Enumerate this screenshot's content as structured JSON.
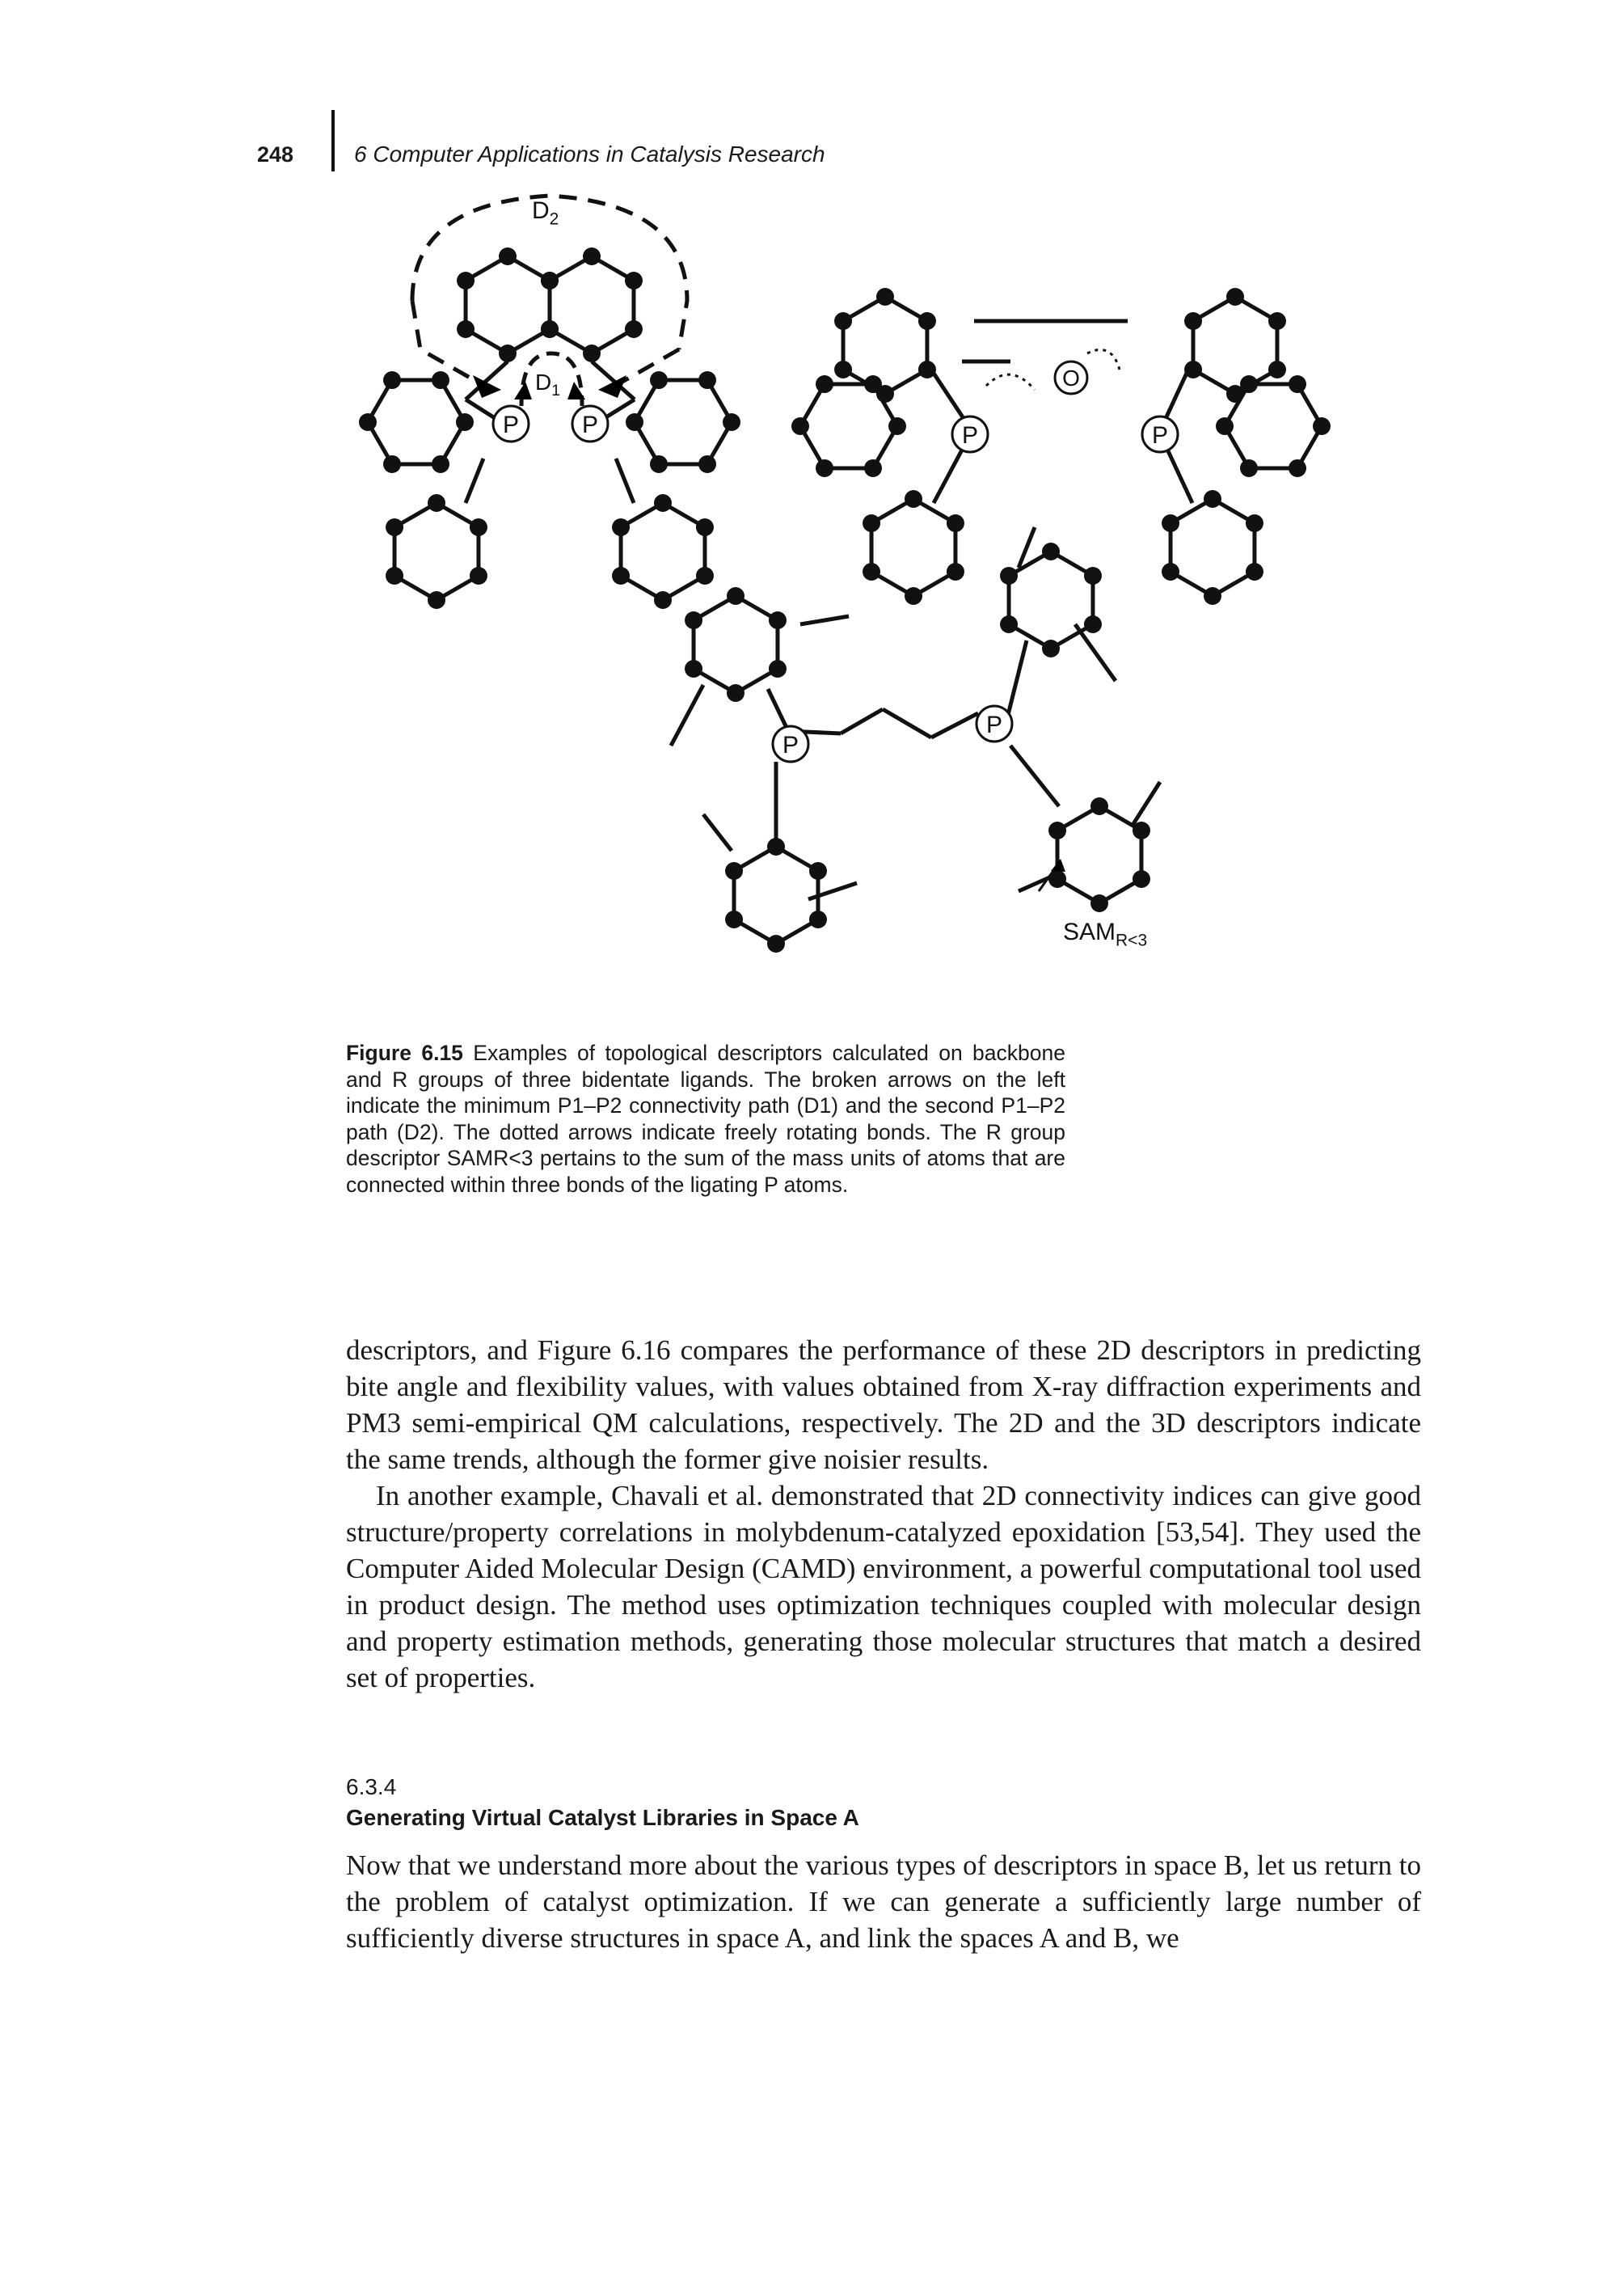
{
  "header": {
    "page_number": "248",
    "running_head": "6 Computer Applications in Catalysis Research"
  },
  "figure": {
    "labels": {
      "d2": "D",
      "d2_sub": "2",
      "d1": "D",
      "d1_sub": "1",
      "p": "P",
      "o": "O",
      "sam": "SAM",
      "sam_sub": "R<3"
    }
  },
  "caption": {
    "label": "Figure 6.15",
    "text": "Examples of topological descriptors calculated on backbone and R groups of three bidentate ligands. The broken arrows on the left indicate the minimum P1–P2 connectivity path (D1) and the second P1–P2 path (D2). The dotted arrows indicate freely rotating bonds. The R group descriptor SAMR<3 pertains to the sum of the mass units of atoms that are connected within three bonds of the ligating P atoms."
  },
  "body": {
    "paragraph_1": "descriptors, and Figure 6.16 compares the performance of these 2D descriptors in predicting bite angle and flexibility values, with values obtained from X-ray diffraction experiments and PM3 semi-empirical QM calculations, respectively. The 2D and the 3D descriptors indicate the same trends, although the former give noisier results.",
    "paragraph_2": "In another example, Chavali et al. demonstrated that 2D connectivity indices can give good structure/property correlations in molybdenum-catalyzed epoxidation [53,54]. They used the Computer Aided Molecular Design (CAMD) environment, a powerful computational tool used in product design. The method uses optimization techniques coupled with molecular design and property estimation methods, generating those molecular structures that match a desired set of properties.",
    "section_number": "6.3.4",
    "section_title": "Generating Virtual Catalyst Libraries in Space A",
    "paragraph_3": "Now that we understand more about the various types of descriptors in space B, let us return to the problem of catalyst optimization. If we can generate a sufficiently large number of sufficiently diverse structures in space A, and link the spaces A and B, we"
  }
}
